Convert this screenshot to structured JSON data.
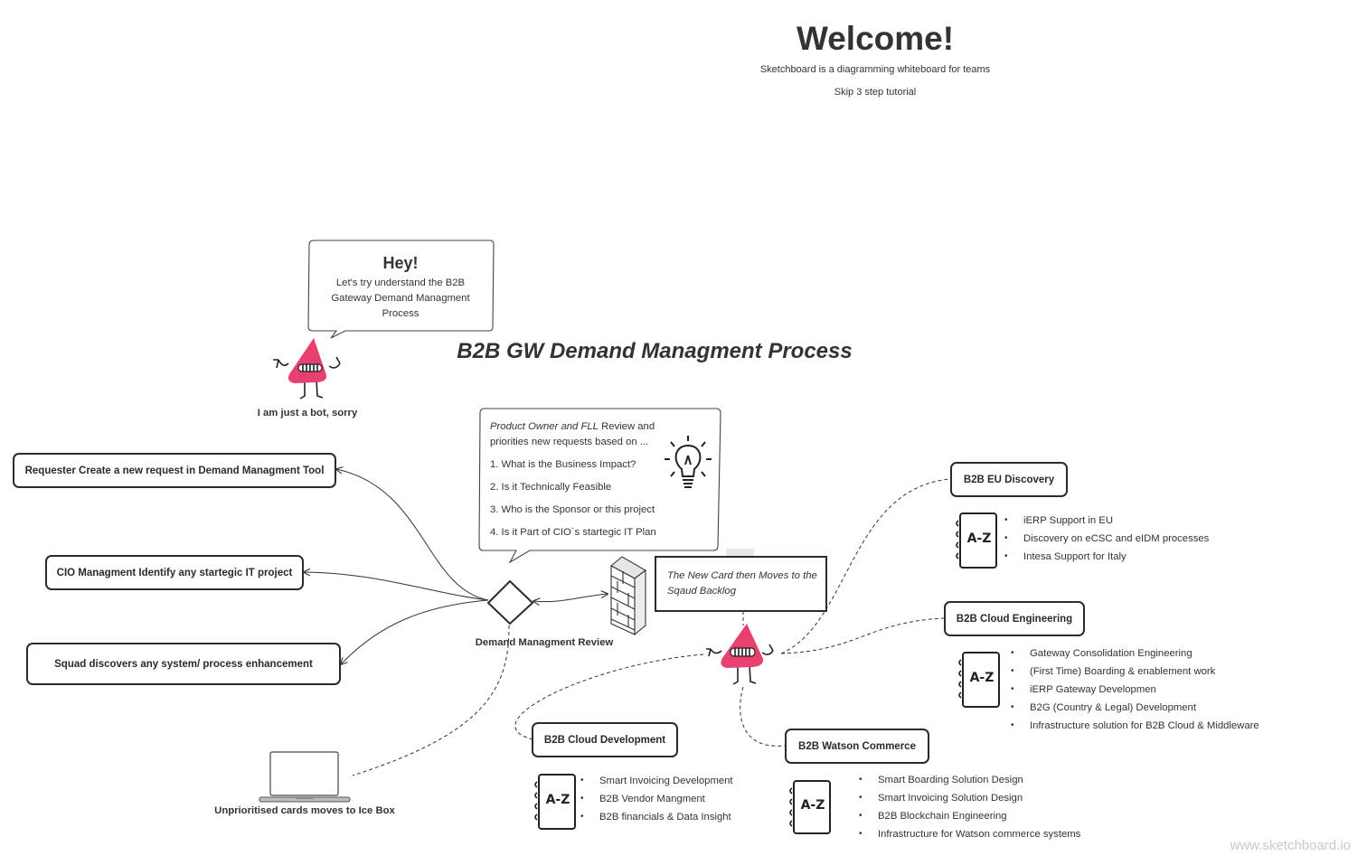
{
  "header": {
    "title": "Welcome!",
    "subtitle": "Sketchboard is a diagramming whiteboard for teams",
    "skip_link": "Skip 3 step tutorial"
  },
  "bubble": {
    "title": "Hey!",
    "text": "Let's try understand the B2B Gateway Demand Managment Process"
  },
  "bot_caption": "I am just a bot, sorry",
  "diagram_title": "B2B GW Demand Managment Process",
  "review_note": {
    "intro_italic": "Product Owner and FLL",
    "intro_rest": " Review and priorities new requests based on ...",
    "questions": [
      "1. What is the Business Impact?",
      "2. Is it Technically Feasible",
      "3. Who is the Sponsor or this project",
      "4. Is it Part of CIO`s startegic IT Plan"
    ]
  },
  "inputs": [
    "Requester Create a new request in Demand Managment Tool",
    "CIO Managment Identify any startegic IT project",
    "Squad discovers any system/ process enhancement"
  ],
  "review_label": "Demand Managment Review",
  "backlog_note": "The New Card then Moves to the Sqaud Backlog",
  "icebox_label": "Unprioritised cards moves to Ice Box",
  "squads": {
    "eu_discovery": {
      "title": "B2B EU Discovery",
      "items": [
        "iERP Support in EU",
        "Discovery on eCSC and eIDM processes",
        "Intesa Support for Italy"
      ]
    },
    "cloud_engineering": {
      "title": "B2B Cloud Engineering",
      "items": [
        "Gateway Consolidation Engineering",
        "(First Time) Boarding & enablement work",
        "iERP Gateway Developmen",
        "B2G (Country & Legal) Development",
        "Infrastructure solution for B2B Cloud & Middleware"
      ]
    },
    "cloud_development": {
      "title": "B2B Cloud Development",
      "items": [
        "Smart Invoicing Development",
        "B2B Vendor Mangment",
        "B2B financials & Data Insight"
      ]
    },
    "watson_commerce": {
      "title": "B2B Watson Commerce",
      "items": [
        "Smart Boarding Solution Design",
        "Smart Invoicing Solution Design",
        "B2B Blockchain Engineering",
        "Infrastructure for Watson commerce systems"
      ]
    }
  },
  "book_icon_text": "A-Z",
  "watermark": "www.sketchboard.io",
  "colors": {
    "bot": "#e8416f",
    "ink": "#2b2b2b",
    "text": "#333333",
    "watermark": "#c9c9c9"
  }
}
